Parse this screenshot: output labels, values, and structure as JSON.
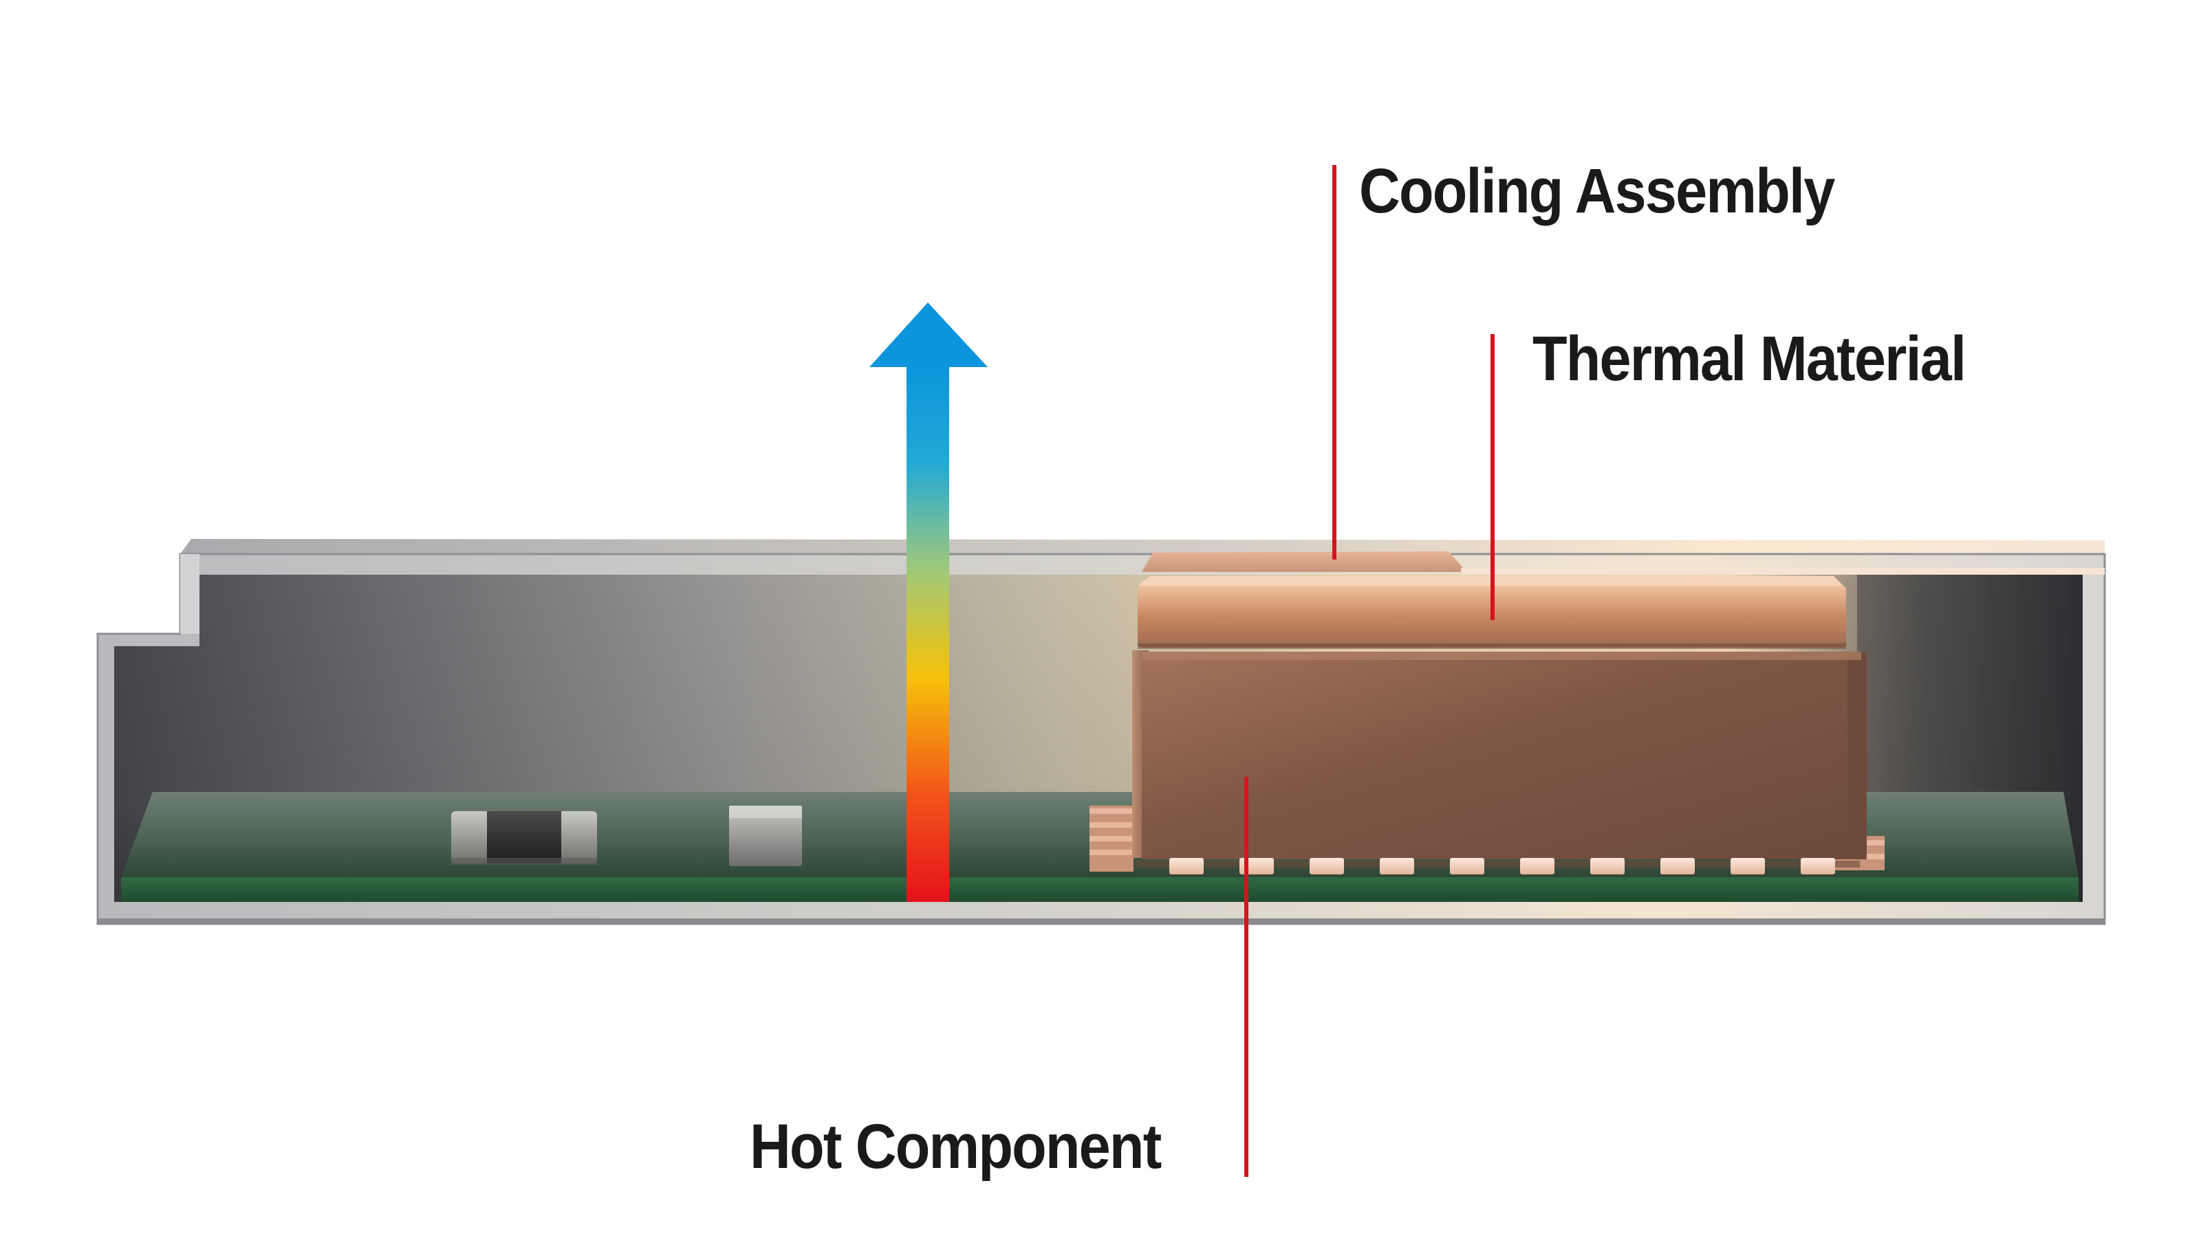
{
  "labels": {
    "cooling_assembly": "Cooling Assembly",
    "thermal_material": "Thermal Material",
    "hot_component": "Hot Component"
  },
  "icons": {
    "heat_flow": "heat-flow-arrow-icon"
  },
  "colors": {
    "leader_line": "#d7141d",
    "arrow_top": "#0c94dc",
    "arrow_middle": "#f6c20a",
    "arrow_bottom": "#e4121a",
    "pcb": "#3d5a44",
    "copper": "#c88863",
    "enclosure": "#c4c4c4"
  }
}
